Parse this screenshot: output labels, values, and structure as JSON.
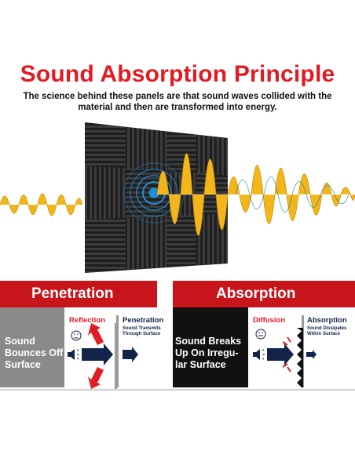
{
  "title": "Sound Absorption Principle",
  "subtitle": "The science behind these panels are that sound waves collided with the material and then are transformed into energy.",
  "sections": {
    "left_header": "Penetration",
    "right_header": "Absorption"
  },
  "left_panel": {
    "gray_text": "Sound Bounces Off Surface",
    "reflection_label": "Reflection",
    "penetration_label": "Penetration",
    "penetration_desc": "Sound Transmits Through Surface",
    "emoji_text": "+  +"
  },
  "right_panel": {
    "black_text": "Sound Breaks Up On Irregu- lar Surface",
    "diffusion_label": "Diffusion",
    "absorption_label": "Absorption",
    "absorption_desc": "Sound Dissipates Within Surface"
  },
  "colors": {
    "red": "#e11b22",
    "navy": "#12244a",
    "wave_yellow": "#f2b61b",
    "foam": "#2b2b2b"
  }
}
